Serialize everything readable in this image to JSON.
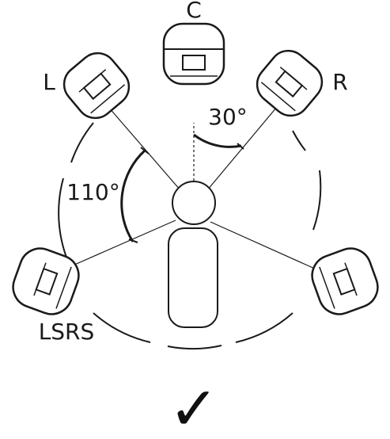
{
  "diagram": {
    "speaker_labels": {
      "center": "C",
      "left": "L",
      "right": "R",
      "surround": "LSRS"
    },
    "angles": {
      "front": "30°",
      "surround": "110°"
    },
    "check_mark": "✓",
    "line_color": "#1a1a1a",
    "background": "#ffffff"
  }
}
